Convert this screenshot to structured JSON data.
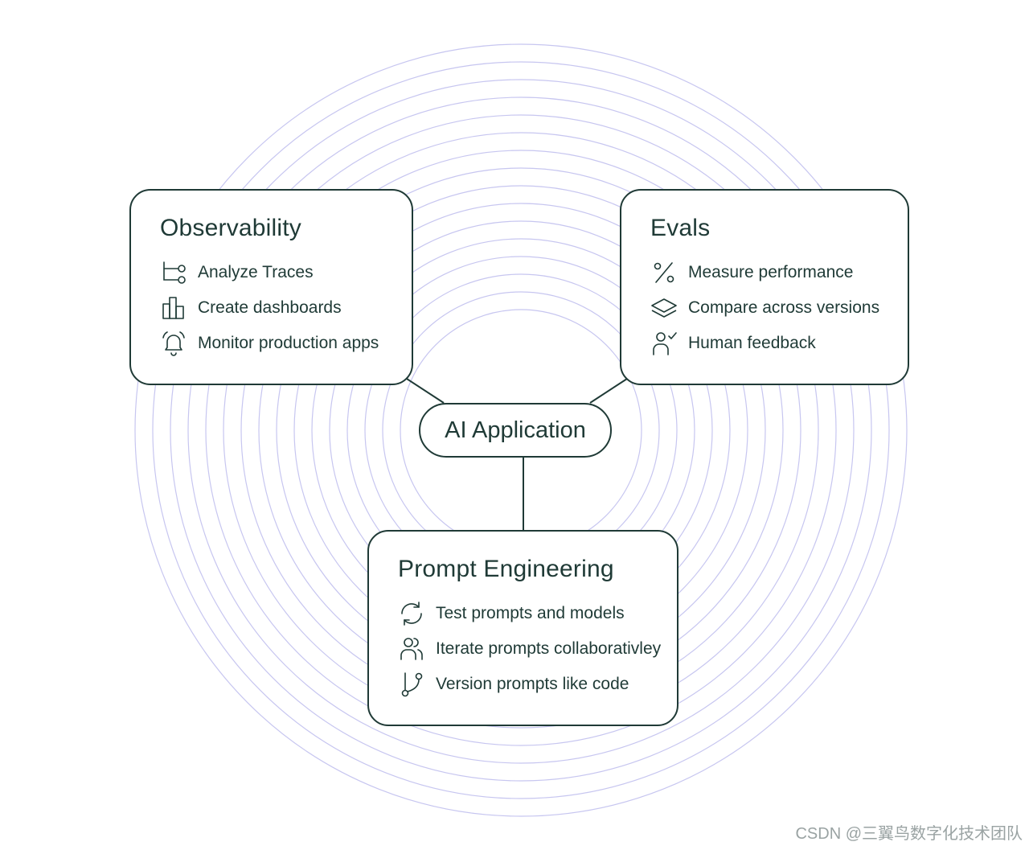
{
  "colors": {
    "ring": "#c7c6f0",
    "stroke": "#1f3a36",
    "text": "#1f3a36",
    "watermark": "#9aa3a3"
  },
  "center": {
    "label": "AI Application"
  },
  "observability": {
    "title": "Observability",
    "items": [
      {
        "icon": "trace-nodes-icon",
        "label": "Analyze Traces"
      },
      {
        "icon": "bar-chart-icon",
        "label": "Create dashboards"
      },
      {
        "icon": "bell-ringing-icon",
        "label": "Monitor production apps"
      }
    ]
  },
  "evals": {
    "title": "Evals",
    "items": [
      {
        "icon": "percent-icon",
        "label": "Measure performance"
      },
      {
        "icon": "layers-icon",
        "label": "Compare across versions"
      },
      {
        "icon": "user-check-icon",
        "label": "Human feedback"
      }
    ]
  },
  "prompt_engineering": {
    "title": "Prompt Engineering",
    "items": [
      {
        "icon": "refresh-icon",
        "label": "Test prompts and models"
      },
      {
        "icon": "users-icon",
        "label": "Iterate prompts collaborativley"
      },
      {
        "icon": "git-branch-icon",
        "label": "Version prompts like code"
      }
    ]
  },
  "watermark": "CSDN @三翼鸟数字化技术团队"
}
